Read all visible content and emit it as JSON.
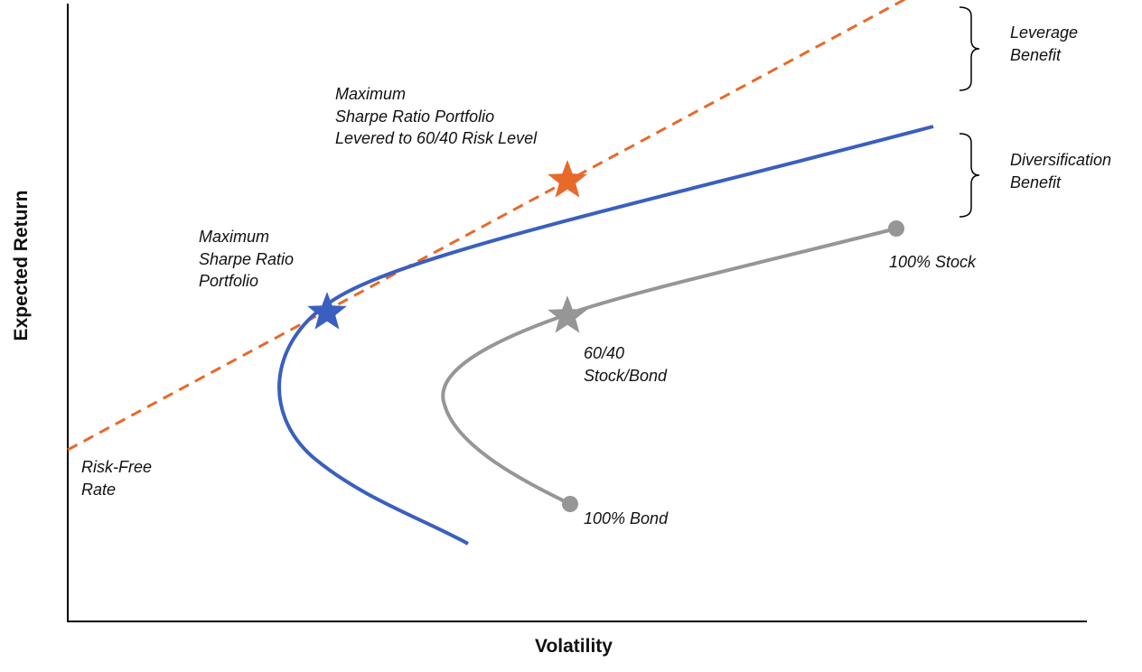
{
  "axes": {
    "x_label": "Volatility",
    "y_label": "Expected Return"
  },
  "colors": {
    "frontier_diversified": "#3A5FBF",
    "capital_market_line": "#E8692A",
    "frontier_60_40": "#969696",
    "axis": "#000000"
  },
  "labels": {
    "levered": "Maximum\nSharpe Ratio Portfolio\nLevered to 60/40 Risk Level",
    "max_sharpe": "Maximum\nSharpe Ratio\nPortfolio",
    "risk_free": "Risk-Free\nRate",
    "stock_100": "100% Stock",
    "bond_100": "100% Bond",
    "sixty_forty": "60/40\nStock/Bond",
    "leverage_benefit": "Leverage\nBenefit",
    "diversification_benefit": "Diversification\nBenefit"
  },
  "icons": {
    "star": "star-icon",
    "dot": "dot-icon",
    "brace": "curly-brace-icon"
  }
}
